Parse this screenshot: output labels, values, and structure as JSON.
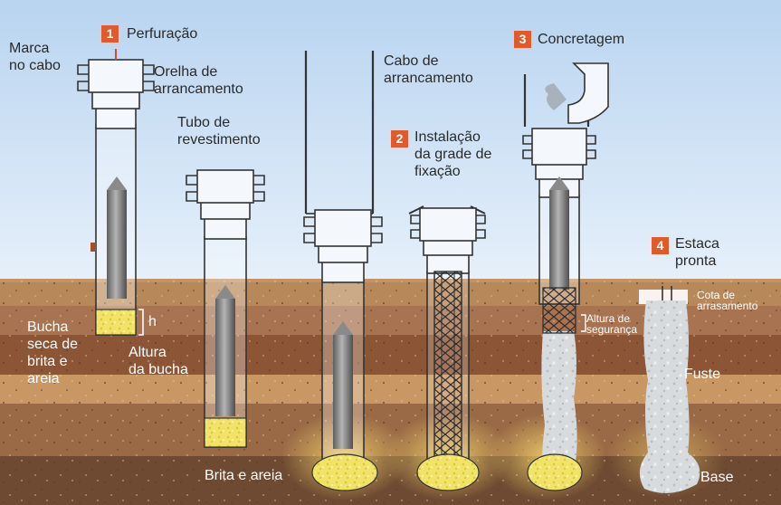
{
  "steps": [
    {
      "number": "1",
      "title": "Perfuração"
    },
    {
      "number": "2",
      "title": "Instalação\nda grade de\nfixação"
    },
    {
      "number": "3",
      "title": "Concretagem"
    },
    {
      "number": "4",
      "title": "Estaca\npronta"
    }
  ],
  "labels": {
    "marca_cabo": "Marca\nno cabo",
    "orelha": "Orelha de\narrancamento",
    "tubo": "Tubo de\nrevestimento",
    "cabo": "Cabo de\narrancamento",
    "bucha": "Bucha\nseca de\nbrita e\nareia",
    "h": "h",
    "altura_bucha": "Altura\nda bucha",
    "brita_areia": "Brita e areia",
    "altura_seguranca": "Altura de\nsegurança",
    "cota": "Cota de\narrasamento",
    "fuste": "Fuste",
    "base": "Base"
  },
  "colors": {
    "sky": "#c8def4",
    "topsoil": "#b7895a",
    "clay": "#8b5536",
    "sand": "#c99763",
    "deep": "#9a6a46",
    "bottom": "#6e4a32",
    "badge": "#e05a2b",
    "gravel": "#f0e368",
    "concrete": "#d9dcde",
    "steel": "#7a7a7a"
  }
}
